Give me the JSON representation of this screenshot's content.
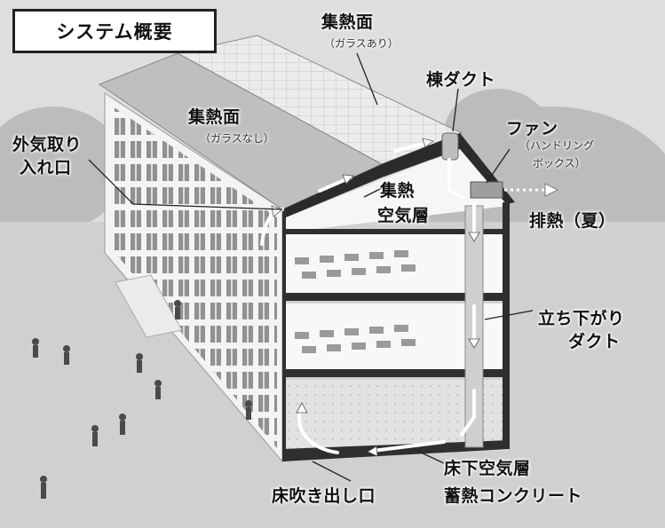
{
  "title": "システム概要",
  "labels": {
    "collector_glass": "集熱面",
    "collector_glass_note": "（ガラスあり）",
    "ridge_duct": "棟ダクト",
    "collector_noglass": "集熱面",
    "collector_noglass_note": "（ガラスなし）",
    "fan": "ファン",
    "fan_note_1": "（ハンドリング",
    "fan_note_2": "ボックス）",
    "outside_air_intake_1": "外気取り",
    "outside_air_intake_2": "入れ口",
    "heat_layer_1": "集熱",
    "heat_layer_2": "空気層",
    "exhaust": "排熱（夏）",
    "down_duct_1": "立ち下がり",
    "down_duct_2": "ダクト",
    "underfloor_layer": "床下空気層",
    "storage_concrete": "蓄熱コンクリート",
    "floor_outlet": "床吹き出し口"
  },
  "colors": {
    "sky": "#d9d9d9",
    "ground": "#cfcfcf",
    "trees": "#b8b8b8",
    "wall": "#f2f2f2",
    "roof_glass": "#e9e9e9",
    "roof_plain": "#bdbdbd",
    "structure": "#2b2b2b",
    "arrow": "#ffffff"
  },
  "icons": [
    "air-flow-arrow",
    "person-figure",
    "classroom-desk"
  ]
}
